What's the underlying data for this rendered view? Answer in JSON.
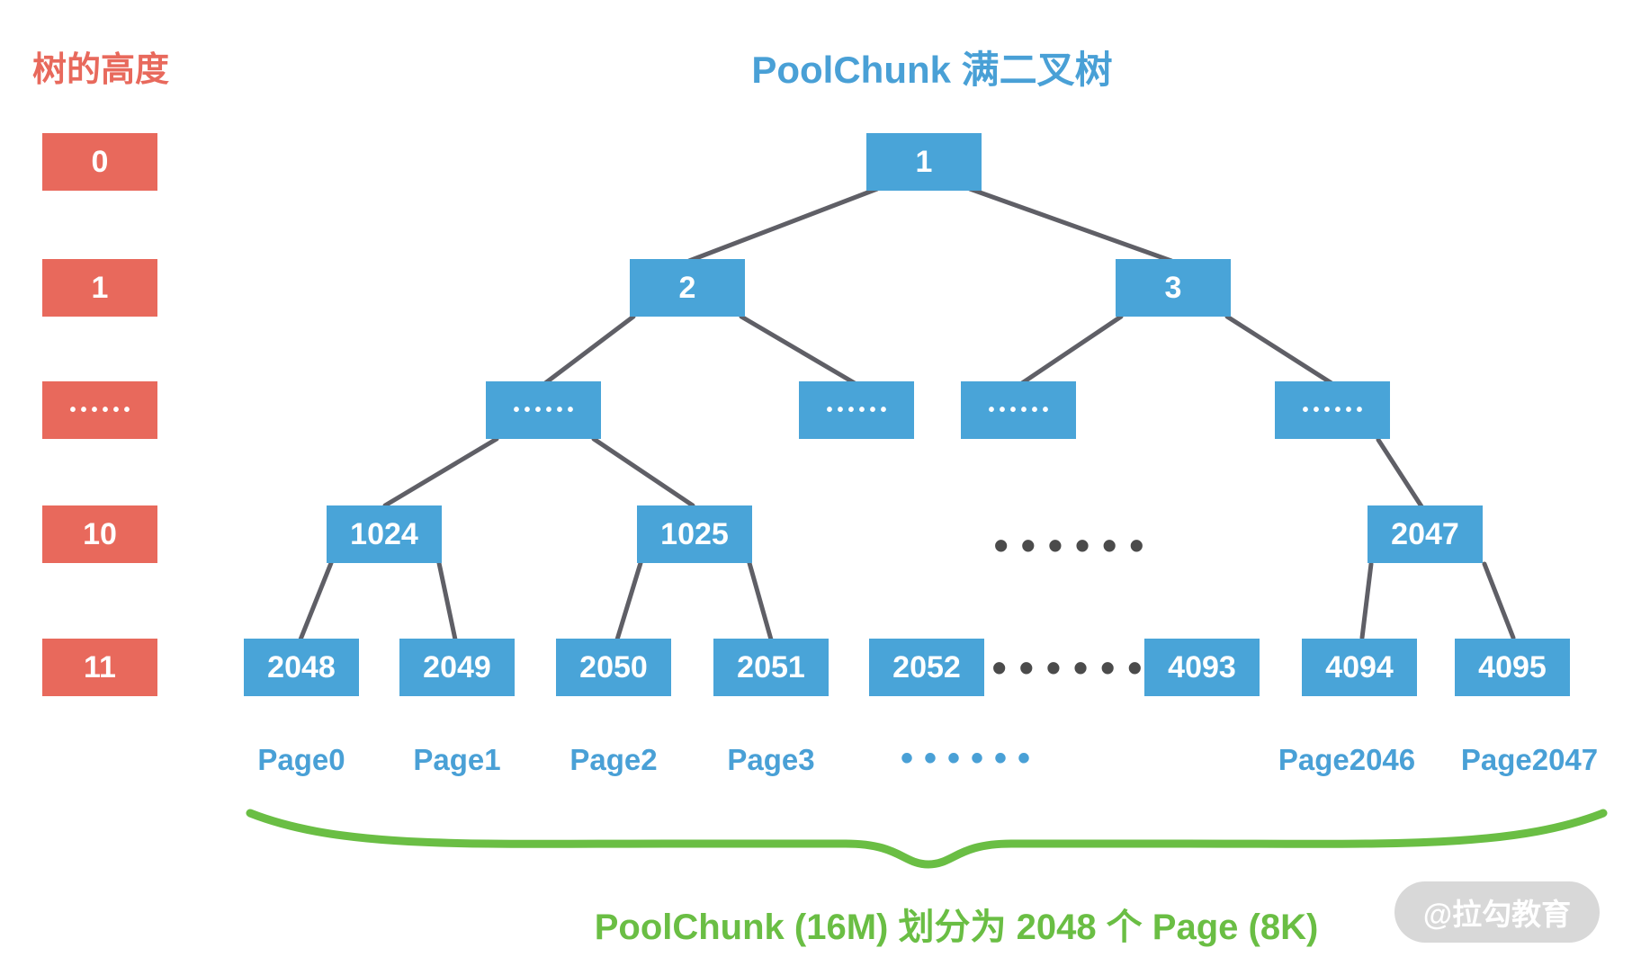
{
  "title": "PoolChunk 满二叉树",
  "height_axis": {
    "label": "树的高度",
    "values": [
      "0",
      "1",
      "……",
      "10",
      "11"
    ]
  },
  "tree": {
    "levels": [
      {
        "nodes": [
          "1"
        ]
      },
      {
        "nodes": [
          "2",
          "3"
        ]
      },
      {
        "nodes": [
          "……",
          "……",
          "……",
          "……"
        ]
      },
      {
        "nodes": [
          "1024",
          "1025",
          "2047"
        ],
        "ellipsis": "……"
      },
      {
        "nodes": [
          "2048",
          "2049",
          "2050",
          "2051",
          "2052",
          "4093",
          "4094",
          "4095"
        ],
        "ellipsis": "……"
      }
    ]
  },
  "pages": {
    "labels": [
      "Page0",
      "Page1",
      "Page2",
      "Page3",
      "Page2046",
      "Page2047"
    ],
    "ellipsis": "……"
  },
  "caption": "PoolChunk (16M) 划分为 2048 个 Page (8K)",
  "watermark": "@拉勾教育",
  "ui": {
    "ellipsis_glyph": "••••••"
  },
  "colors": {
    "node_blue": "#49a4d8",
    "height_red": "#e8695c",
    "edge_gray": "#5f5f66",
    "brace_green": "#6abe44",
    "label_blue": "#49a0d6",
    "dots_dark": "#4b4b4b",
    "watermark_bg": "#d8d8d8"
  }
}
